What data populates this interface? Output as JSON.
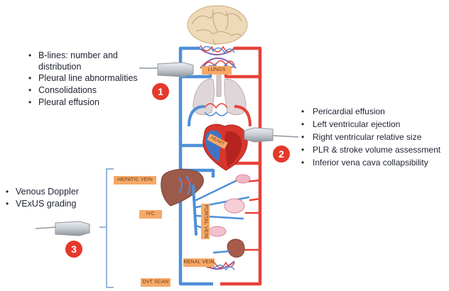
{
  "labels": {
    "lungs": "LUNGS",
    "heart": "HEART",
    "hepatic_vein": "HEPATIC VEIN",
    "ivc": "IVC",
    "portal_vein": "PORTAL VEIN",
    "renal_vein": "RENAL VEIN",
    "dvt_scan": "DVT SCAN"
  },
  "markers": {
    "one": "1",
    "two": "2",
    "three": "3"
  },
  "lists": {
    "lung": [
      "B-lines: number and distribution",
      "Pleural line abnormalities",
      "Consolidations",
      "Pleural effusion"
    ],
    "cardiac": [
      "Pericardial effusion",
      "Left ventricular ejection",
      "Right ventricular relative size",
      "PLR & stroke volume assessment",
      "Inferior vena cava collapsibility"
    ],
    "venous": [
      "Venous Doppler",
      "VExUS grading"
    ]
  },
  "colors": {
    "vein": "#4f8fd8",
    "artery": "#e8423a",
    "label_fill": "#f6a968",
    "marker": "#e5392b",
    "bracket": "#9ab6dc"
  },
  "icons": [
    "brain-icon",
    "lungs-icon",
    "heart-icon",
    "liver-icon",
    "kidney-icon",
    "ultrasound-probe-icon"
  ]
}
